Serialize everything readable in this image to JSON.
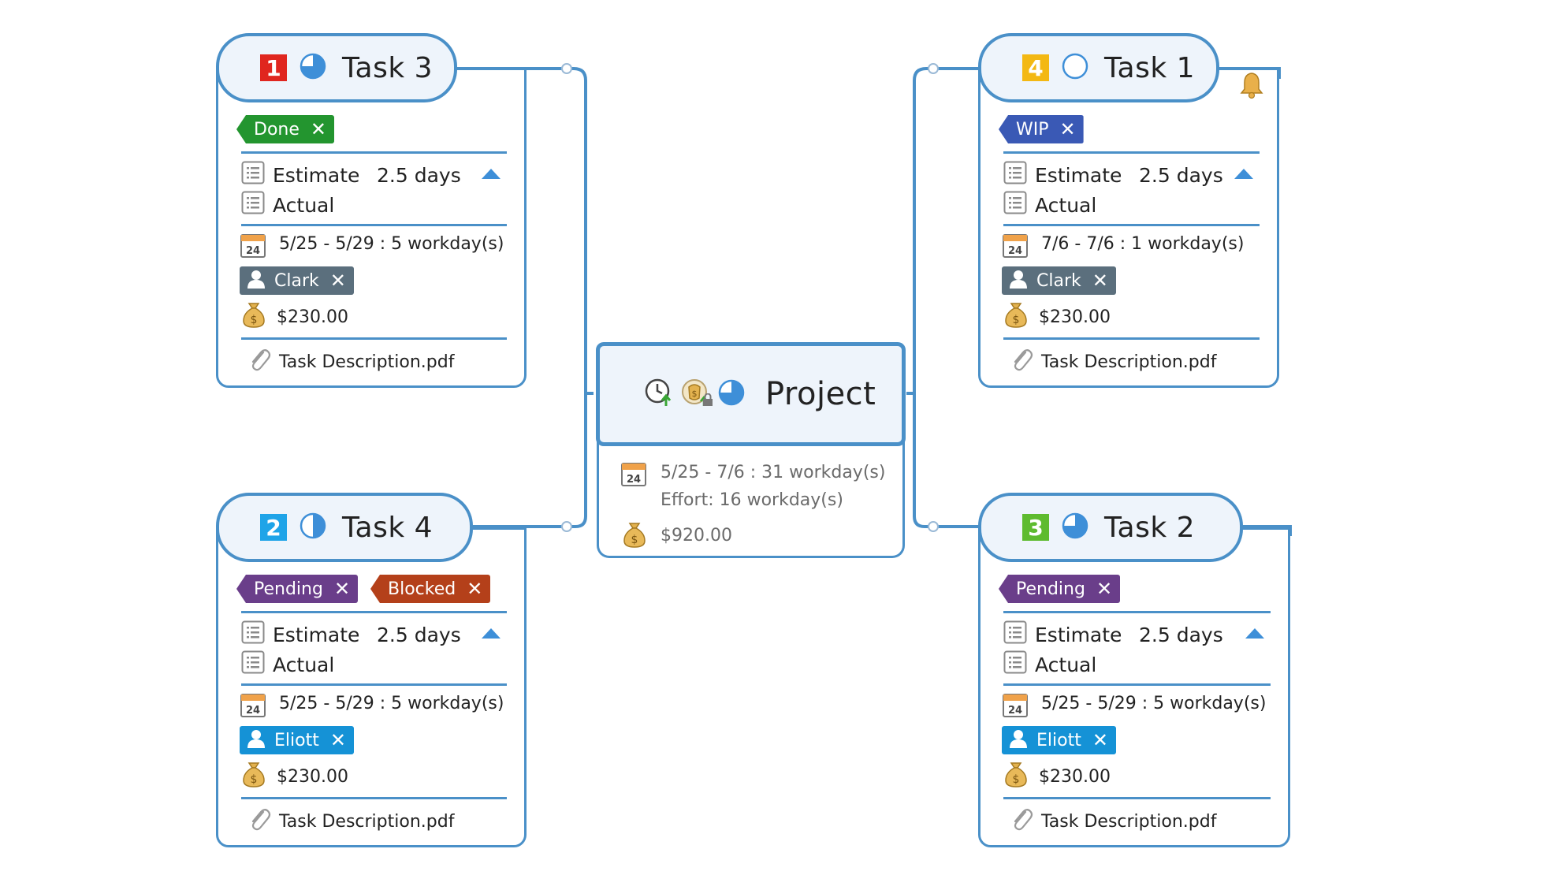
{
  "colors": {
    "line": "#4a90c8",
    "head_fill": "#eef4fb",
    "tag_done": "#23952f",
    "tag_wip": "#3a59b5",
    "tag_pending": "#6a3e8a",
    "tag_blocked": "#b4401a",
    "chip_clark": "#5b6f7d",
    "chip_eliott": "#1592d6",
    "prio_1": "#e0261f",
    "prio_2": "#1fa4e8",
    "prio_3": "#5ebb2f",
    "prio_4": "#f3b813"
  },
  "project": {
    "title": "Project",
    "icons": [
      "clock-up-icon",
      "money-up-icon",
      "lock-icon",
      "progress-pie-icon"
    ],
    "calendar_day": "24",
    "dates": "5/25 - 7/6 : 31 workday(s)",
    "effort": "Effort: 16 workday(s)",
    "cost": "$920.00"
  },
  "tasks": [
    {
      "title": "Task 3",
      "priority": "1",
      "progress": 0.75,
      "tags": [
        {
          "label": "Done",
          "close": "✕"
        }
      ],
      "estimate_label": "Estimate",
      "estimate_value": "2.5 days",
      "actual_label": "Actual",
      "calendar_day": "24",
      "dates": "5/25 - 5/29 : 5 workday(s)",
      "resource": "Clark",
      "resource_close": "✕",
      "cost": "$230.00",
      "attachment": "Task Description.pdf"
    },
    {
      "title": "Task 1",
      "priority": "4",
      "progress": 0.0,
      "tags": [
        {
          "label": "WIP",
          "close": "✕"
        }
      ],
      "estimate_label": "Estimate",
      "estimate_value": "2.5 days",
      "actual_label": "Actual",
      "calendar_day": "24",
      "dates": "7/6 - 7/6 : 1 workday(s)",
      "resource": "Clark",
      "resource_close": "✕",
      "cost": "$230.00",
      "attachment": "Task Description.pdf",
      "alert_icon": "bell-icon"
    },
    {
      "title": "Task 4",
      "priority": "2",
      "progress": 0.5,
      "tags": [
        {
          "label": "Pending",
          "close": "✕"
        },
        {
          "label": "Blocked",
          "close": "✕"
        }
      ],
      "estimate_label": "Estimate",
      "estimate_value": "2.5 days",
      "actual_label": "Actual",
      "calendar_day": "24",
      "dates": "5/25 - 5/29 : 5 workday(s)",
      "resource": "Eliott",
      "resource_close": "✕",
      "cost": "$230.00",
      "attachment": "Task Description.pdf"
    },
    {
      "title": "Task 2",
      "priority": "3",
      "progress": 0.75,
      "tags": [
        {
          "label": "Pending",
          "close": "✕"
        }
      ],
      "estimate_label": "Estimate",
      "estimate_value": "2.5 days",
      "actual_label": "Actual",
      "calendar_day": "24",
      "dates": "5/25 - 5/29 : 5 workday(s)",
      "resource": "Eliott",
      "resource_close": "✕",
      "cost": "$230.00",
      "attachment": "Task Description.pdf"
    }
  ]
}
